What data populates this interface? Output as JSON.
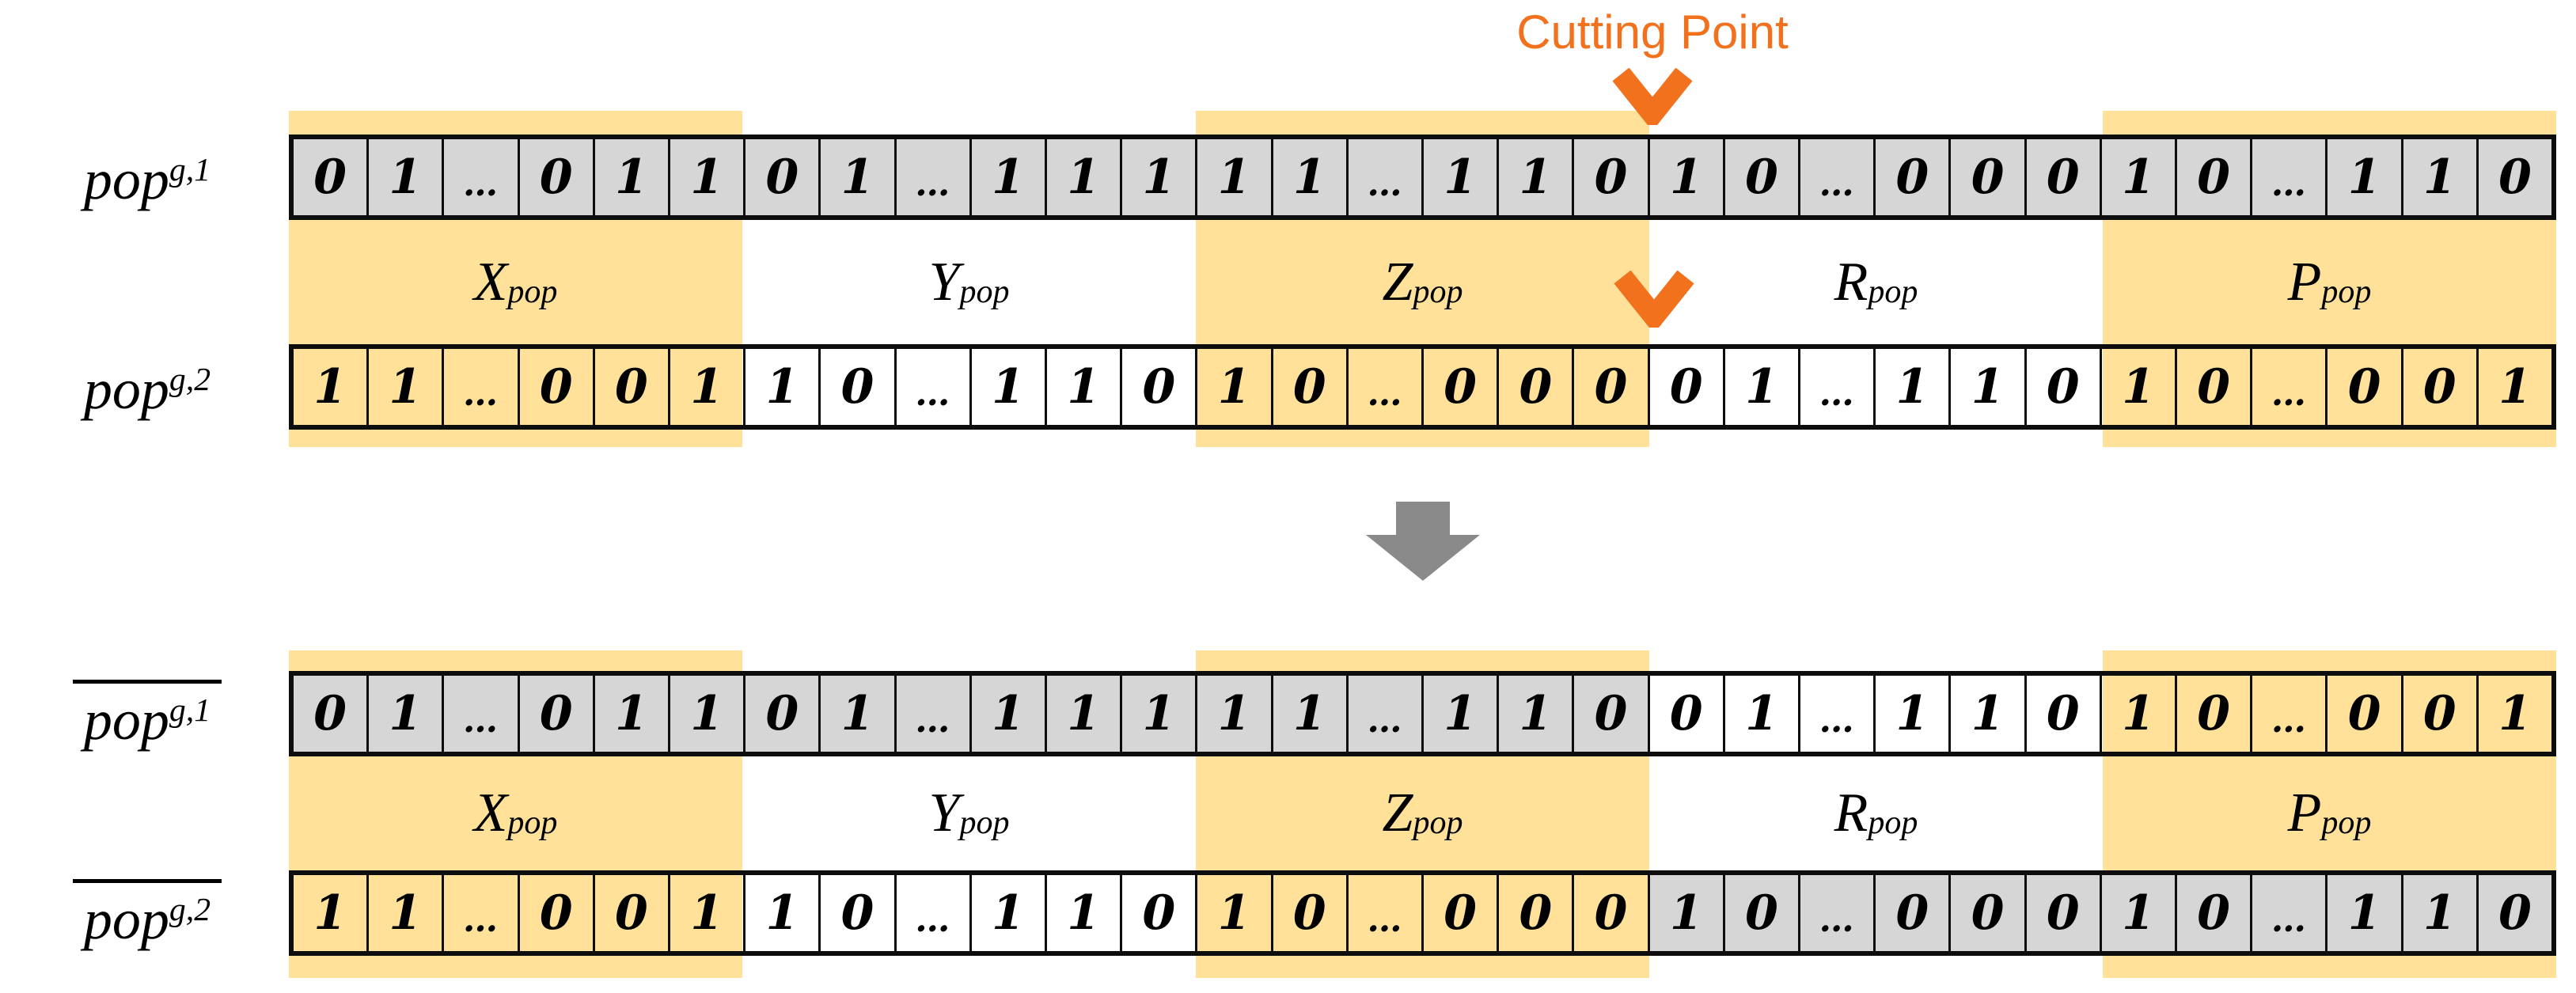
{
  "colors": {
    "highlight_band": "#FFE199",
    "cell_gray": "#D6D6D6",
    "accent_orange": "#F2711D",
    "arrow_gray": "#8A8A8A",
    "border_black": "#0d0d0d"
  },
  "cutting_point": {
    "label": "Cutting Point"
  },
  "icons": {
    "cutting_chevron": "chevron-down",
    "transform_arrow": "arrow-down"
  },
  "segment_labels": [
    {
      "base": "X",
      "sub": "pop"
    },
    {
      "base": "Y",
      "sub": "pop"
    },
    {
      "base": "Z",
      "sub": "pop"
    },
    {
      "base": "R",
      "sub": "pop"
    },
    {
      "base": "P",
      "sub": "pop"
    }
  ],
  "rows": [
    {
      "id": "pop-g1",
      "label": {
        "base": "pop",
        "sup": "g,1",
        "overline": false
      },
      "segments": [
        {
          "seg": "X_pop",
          "fill": "gray",
          "bits": [
            "0",
            "1",
            "…",
            "0",
            "1",
            "1"
          ]
        },
        {
          "seg": "Y_pop",
          "fill": "gray",
          "bits": [
            "0",
            "1",
            "…",
            "1",
            "1",
            "1"
          ]
        },
        {
          "seg": "Z_pop",
          "fill": "gray",
          "bits": [
            "1",
            "1",
            "…",
            "1",
            "1",
            "0"
          ]
        },
        {
          "seg": "R_pop",
          "fill": "gray",
          "bits": [
            "1",
            "0",
            "…",
            "0",
            "0",
            "0"
          ]
        },
        {
          "seg": "P_pop",
          "fill": "gray",
          "bits": [
            "1",
            "0",
            "…",
            "1",
            "1",
            "0"
          ]
        }
      ]
    },
    {
      "id": "pop-g2",
      "label": {
        "base": "pop",
        "sup": "g,2",
        "overline": false
      },
      "segments": [
        {
          "seg": "X_pop",
          "fill": "clear",
          "bits": [
            "1",
            "1",
            "…",
            "0",
            "0",
            "1"
          ]
        },
        {
          "seg": "Y_pop",
          "fill": "clear",
          "bits": [
            "1",
            "0",
            "…",
            "1",
            "1",
            "0"
          ]
        },
        {
          "seg": "Z_pop",
          "fill": "clear",
          "bits": [
            "1",
            "0",
            "…",
            "0",
            "0",
            "0"
          ]
        },
        {
          "seg": "R_pop",
          "fill": "clear",
          "bits": [
            "0",
            "1",
            "…",
            "1",
            "1",
            "0"
          ]
        },
        {
          "seg": "P_pop",
          "fill": "clear",
          "bits": [
            "1",
            "0",
            "…",
            "0",
            "0",
            "1"
          ]
        }
      ]
    },
    {
      "id": "pop-g1-offspring",
      "label": {
        "base": "pop",
        "sup": "g,1",
        "overline": true
      },
      "segments": [
        {
          "seg": "X_pop",
          "fill": "gray",
          "bits": [
            "0",
            "1",
            "…",
            "0",
            "1",
            "1"
          ]
        },
        {
          "seg": "Y_pop",
          "fill": "gray",
          "bits": [
            "0",
            "1",
            "…",
            "1",
            "1",
            "1"
          ]
        },
        {
          "seg": "Z_pop",
          "fill": "gray",
          "bits": [
            "1",
            "1",
            "…",
            "1",
            "1",
            "0"
          ]
        },
        {
          "seg": "R_pop",
          "fill": "clear",
          "bits": [
            "0",
            "1",
            "…",
            "1",
            "1",
            "0"
          ]
        },
        {
          "seg": "P_pop",
          "fill": "clear",
          "bits": [
            "1",
            "0",
            "…",
            "0",
            "0",
            "1"
          ]
        }
      ]
    },
    {
      "id": "pop-g2-offspring",
      "label": {
        "base": "pop",
        "sup": "g,2",
        "overline": true
      },
      "segments": [
        {
          "seg": "X_pop",
          "fill": "clear",
          "bits": [
            "1",
            "1",
            "…",
            "0",
            "0",
            "1"
          ]
        },
        {
          "seg": "Y_pop",
          "fill": "clear",
          "bits": [
            "1",
            "0",
            "…",
            "1",
            "1",
            "0"
          ]
        },
        {
          "seg": "Z_pop",
          "fill": "clear",
          "bits": [
            "1",
            "0",
            "…",
            "0",
            "0",
            "0"
          ]
        },
        {
          "seg": "R_pop",
          "fill": "gray",
          "bits": [
            "1",
            "0",
            "…",
            "0",
            "0",
            "0"
          ]
        },
        {
          "seg": "P_pop",
          "fill": "gray",
          "bits": [
            "1",
            "0",
            "…",
            "1",
            "1",
            "0"
          ]
        }
      ]
    }
  ]
}
